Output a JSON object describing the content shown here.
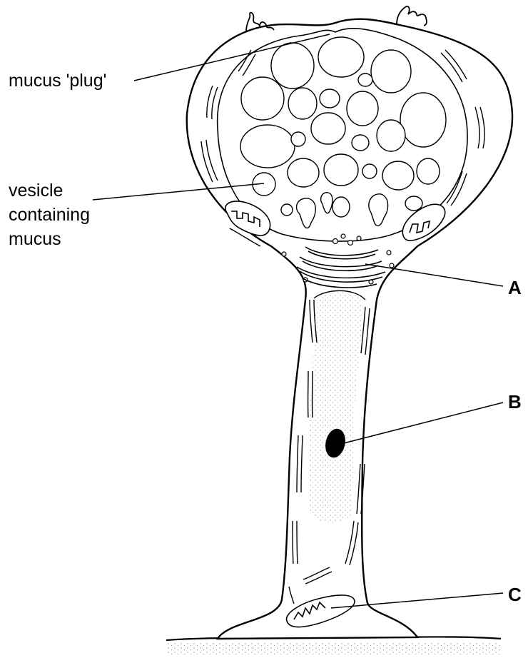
{
  "labels": {
    "mucus_plug": "mucus 'plug'",
    "vesicle_line1": "vesicle",
    "vesicle_line2": "containing",
    "vesicle_line3": "mucus",
    "letter_a": "A",
    "letter_b": "B",
    "letter_c": "C"
  },
  "colors": {
    "ink": "#000000",
    "stipple": "#8a8a8a",
    "background": "#ffffff"
  }
}
